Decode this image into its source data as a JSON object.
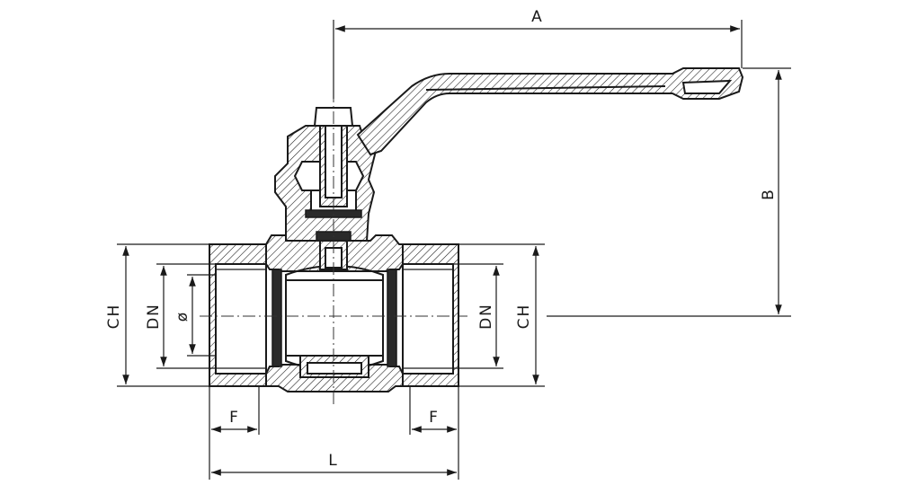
{
  "dimensions": {
    "A": "A",
    "B": "B",
    "CH_left": "CH",
    "DN_left": "DN",
    "bore_left": "ø",
    "DN_right": "DN",
    "CH_right": "CH",
    "F_left": "F",
    "F_right": "F",
    "L": "L"
  }
}
